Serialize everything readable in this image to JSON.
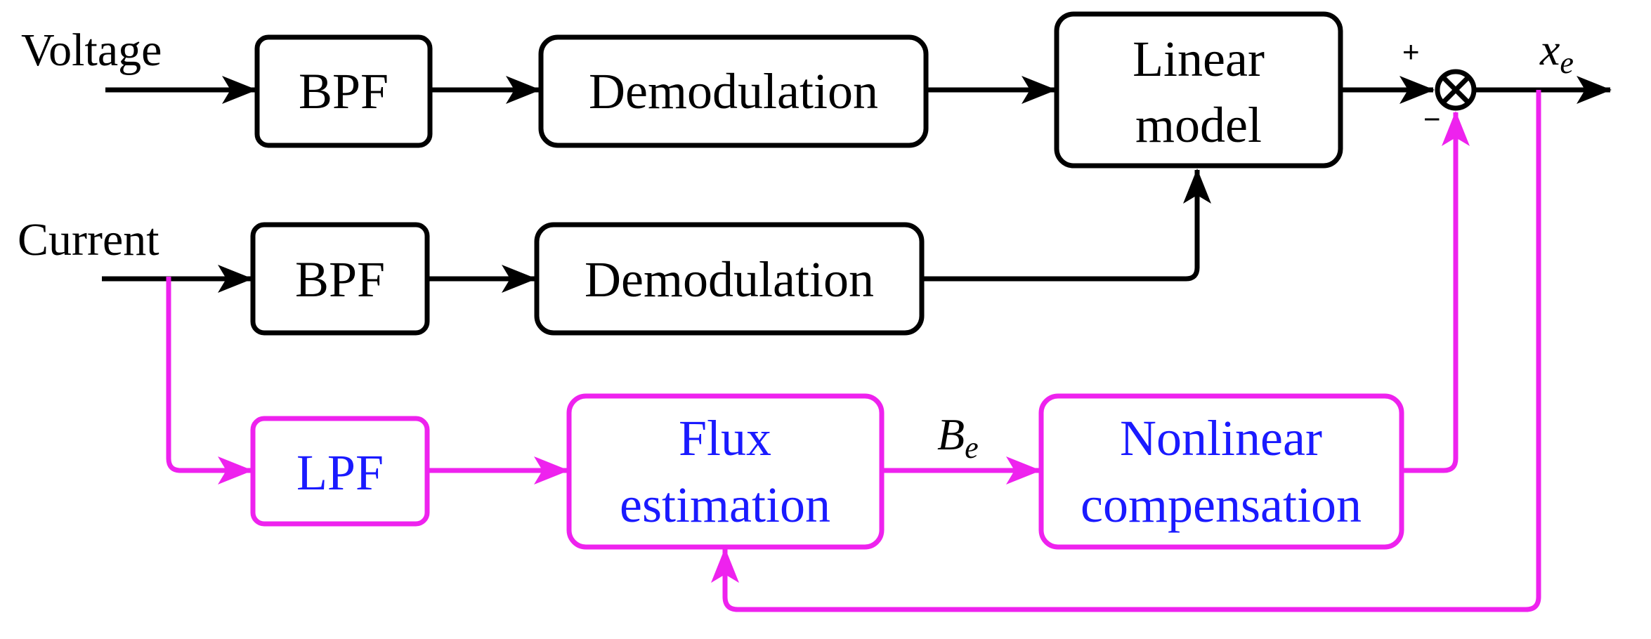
{
  "colors": {
    "black_path": "#000000",
    "magenta_path": "#ee22ee",
    "blue_text": "#1a1aff"
  },
  "inputs": {
    "voltage": "Voltage",
    "current": "Current"
  },
  "blocks": {
    "bpf_voltage": {
      "line1": "BPF"
    },
    "demod_voltage": {
      "line1": "Demodulation"
    },
    "linear_model": {
      "line1": "Linear",
      "line2": "model"
    },
    "bpf_current": {
      "line1": "BPF"
    },
    "demod_current": {
      "line1": "Demodulation"
    },
    "lpf": {
      "line1": "LPF"
    },
    "flux_estimation": {
      "line1": "Flux",
      "line2": "estimation"
    },
    "nonlinear_comp": {
      "line1": "Nonlinear",
      "line2": "compensation"
    }
  },
  "summing_junction": {
    "plus_sign": "+",
    "minus_sign": "−"
  },
  "signals": {
    "output": {
      "base": "x",
      "subscript": "e"
    },
    "flux": {
      "base": "B",
      "subscript": "e"
    }
  }
}
